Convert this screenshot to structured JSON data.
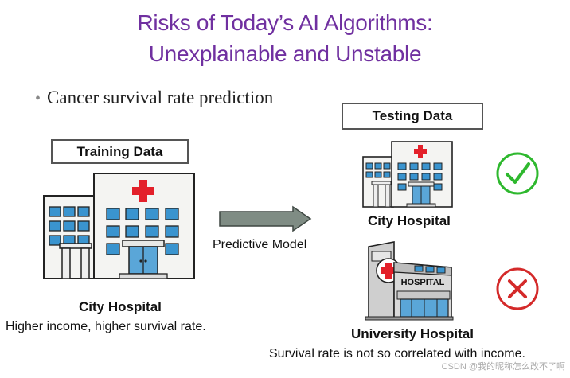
{
  "title": {
    "line1": "Risks of Today’s AI Algorithms:",
    "line2": "Unexplainable and Unstable"
  },
  "bullet": {
    "marker": "•",
    "text": "Cancer survival rate prediction"
  },
  "training": {
    "box_label": "Training Data",
    "hospital_name": "City Hospital",
    "caption": "Higher income, higher survival rate."
  },
  "model": {
    "label": "Predictive Model"
  },
  "testing": {
    "box_label": "Testing Data",
    "case1": {
      "hospital_name": "City Hospital",
      "result": "correct"
    },
    "case2": {
      "hospital_name": "University Hospital",
      "sign_text": "HOSPITAL",
      "result": "incorrect",
      "caption": "Survival rate is not so correlated with income."
    }
  },
  "colors": {
    "title": "#7030a0",
    "check": "#2eb82e",
    "cross": "#d42a2a",
    "arrow": "#7f8c84",
    "red_cross": "#e3202a"
  },
  "watermark": "CSDN @我的昵称怎么改不了啊"
}
